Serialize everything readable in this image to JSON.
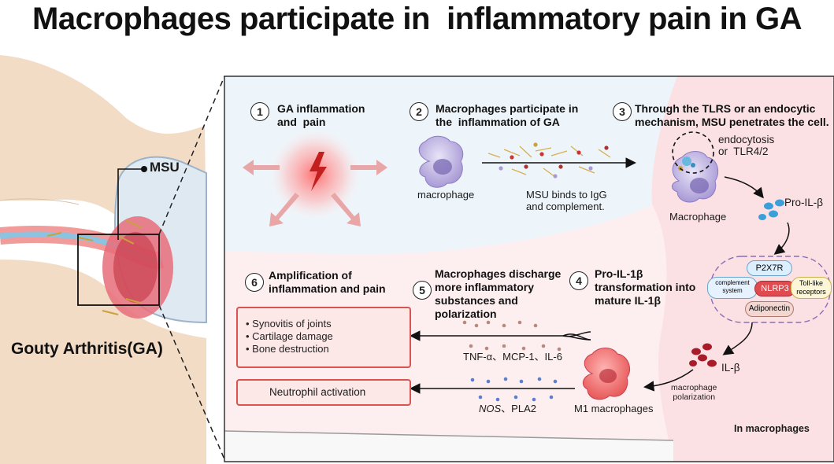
{
  "title": "Macrophages participate in  inflammatory pain in GA",
  "left_panel": {
    "msu_label": "MSU",
    "disease_label": "Gouty Arthritis(GA)"
  },
  "steps": [
    {
      "num": "1",
      "title": "GA inflammation\nand  pain"
    },
    {
      "num": "2",
      "title": "Macrophages participate in\nthe  inflammation of GA"
    },
    {
      "num": "3",
      "title": "Through the TLRS or an endocytic\nmechanism, MSU penetrates the cell."
    },
    {
      "num": "4",
      "title": "Pro-IL-1β\ntransformation into\nmature IL-1β"
    },
    {
      "num": "5",
      "title": "Macrophages discharge\nmore inflammatory\nsubstances and\npolarization"
    },
    {
      "num": "6",
      "title": "Amplification of\ninflammation and pain"
    }
  ],
  "labels": {
    "macrophage_small": "macrophage",
    "msu_binds": "MSU binds to IgG\nand complement.",
    "endocytosis": "endocytosis\nor  TLR4/2",
    "macrophage_cap": "Macrophage",
    "pro_il1b": "Pro-IL-β",
    "il_b": "IL-β",
    "macrophage_polarization": "macrophage\npolarization",
    "m1_macrophages": "M1 macrophages",
    "cytokines": "TNF-α、MCP-1、IL-6",
    "nos_pla2_italic": "NOS",
    "nos_pla2_rest": "、PLA2",
    "in_macrophages": "In macrophages"
  },
  "inflammasome": {
    "p2x7r": "P2X7R",
    "complement_system": "complement\nsystem",
    "nlrp3": "NLRP3",
    "toll_like": "Toll-like\nreceptors",
    "adiponectin": "Adiponectin"
  },
  "outcomes": {
    "list": [
      "Synovitis of joints",
      "Cartilage damage",
      "Bone  destruction"
    ],
    "neutrophil": "Neutrophil activation"
  },
  "colors": {
    "blue_panel": "#eef5fa",
    "pink_panel": "#fdeef0",
    "right_panel": "#fbe1e3",
    "red_accent": "#d9534f",
    "nlrp3": "#e04b4f"
  }
}
